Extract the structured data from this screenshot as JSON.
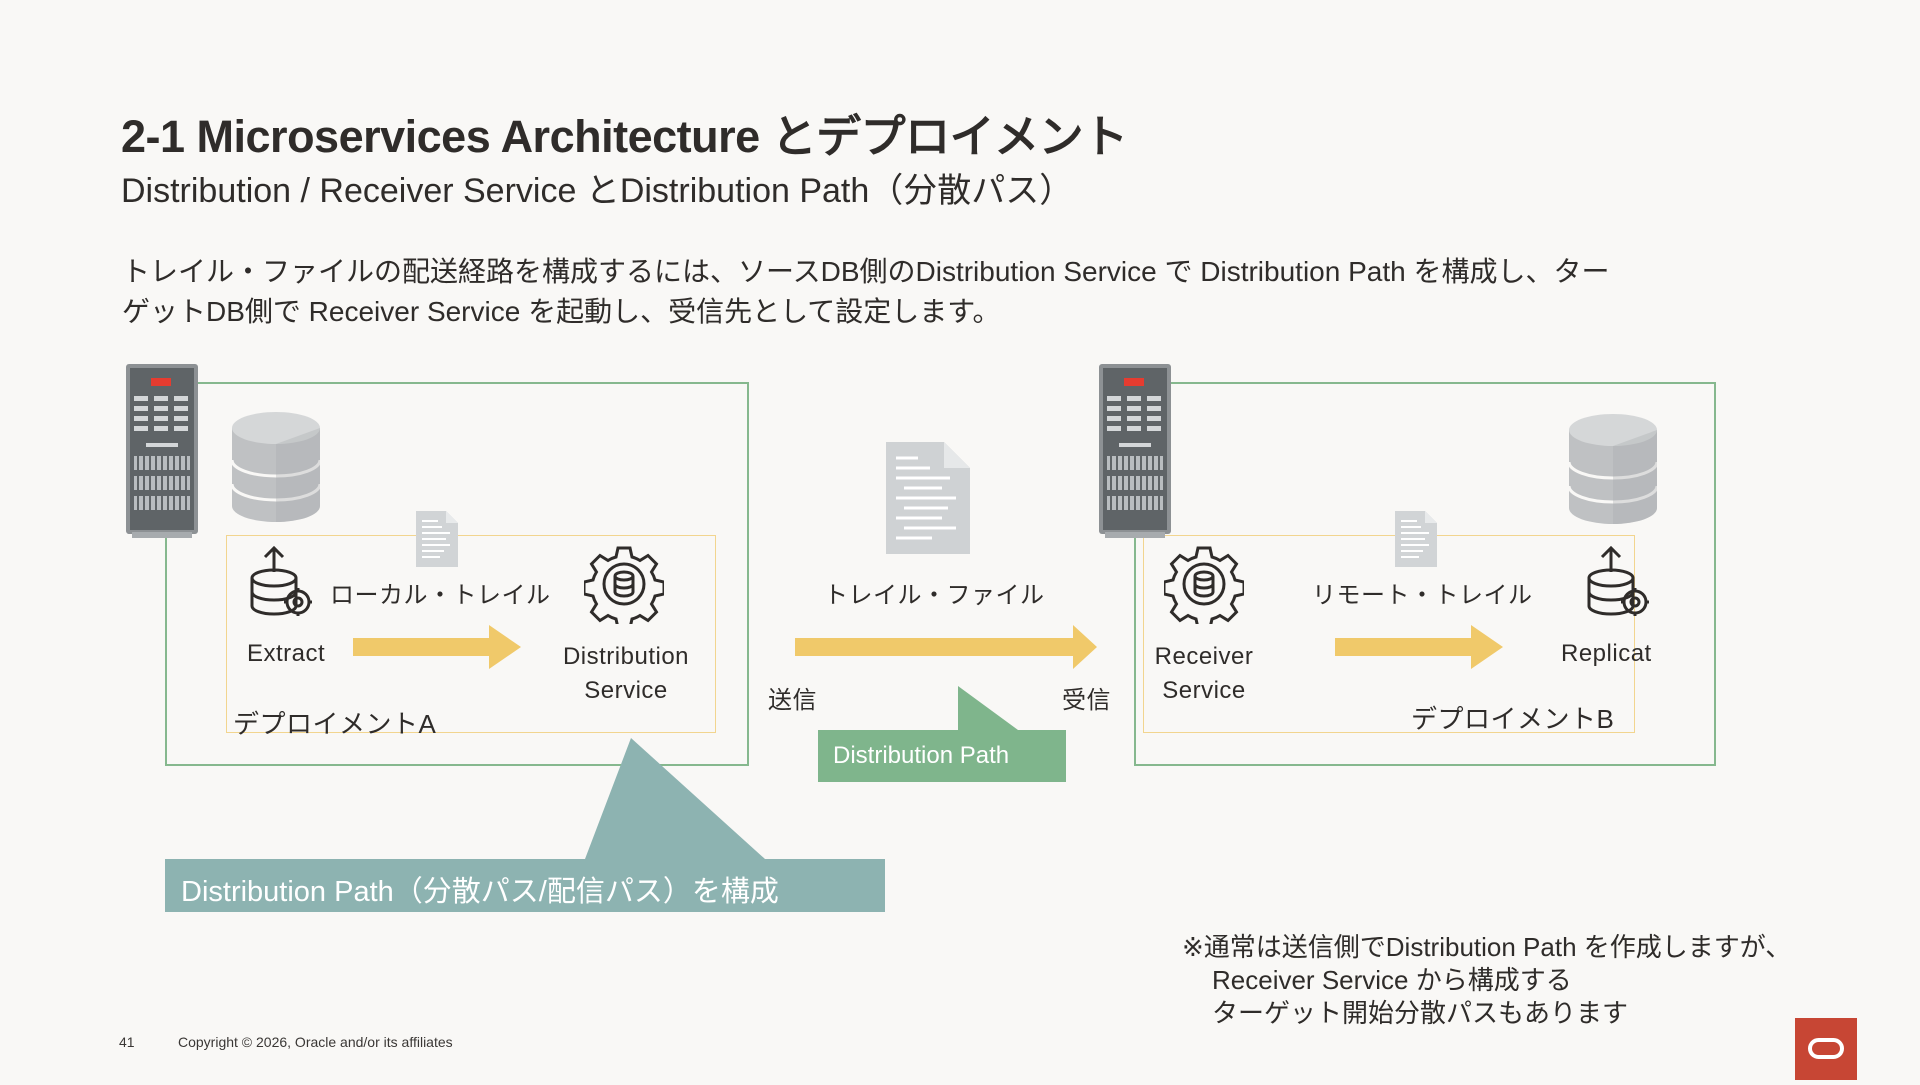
{
  "header": {
    "title": "2-1 Microservices Architecture とデプロイメント",
    "subtitle": "Distribution / Receiver Service とDistribution Path（分散パス）"
  },
  "description": {
    "line1": "トレイル・ファイルの配送経路を構成するには、ソースDB側のDistribution Service で Distribution Path を構成し、ター",
    "line2": "ゲットDB側で Receiver Service を起動し、受信先として設定します。"
  },
  "diagram": {
    "deployment_a": {
      "label": "デプロイメントA",
      "extract": "Extract",
      "local_trail": "ローカル・トレイル",
      "distribution_service_line1": "Distribution",
      "distribution_service_line2": "Service"
    },
    "middle": {
      "trail_file": "トレイル・ファイル",
      "send": "送信",
      "receive": "受信",
      "path_callout": "Distribution Path"
    },
    "deployment_b": {
      "label": "デプロイメントB",
      "receiver_service_line1": "Receiver",
      "receiver_service_line2": "Service",
      "remote_trail": "リモート・トレイル",
      "replicat": "Replicat"
    },
    "big_callout": "Distribution Path（分散パス/配信パス）を構成"
  },
  "note": {
    "line1": "※通常は送信側でDistribution Path を作成しますが、",
    "line2": "Receiver Service から構成する",
    "line3": "ターゲット開始分散パスもあります"
  },
  "footer": {
    "page_number": "41",
    "copyright": "Copyright © 2026, Oracle and/or its affiliates"
  },
  "colors": {
    "frame_green": "#86b88e",
    "inner_yellow": "#f2d58f",
    "arrow_yellow": "#f0c96a",
    "callout_teal": "#8db3b1",
    "callout_green": "#7fb58c",
    "oracle_red": "#c74634"
  }
}
